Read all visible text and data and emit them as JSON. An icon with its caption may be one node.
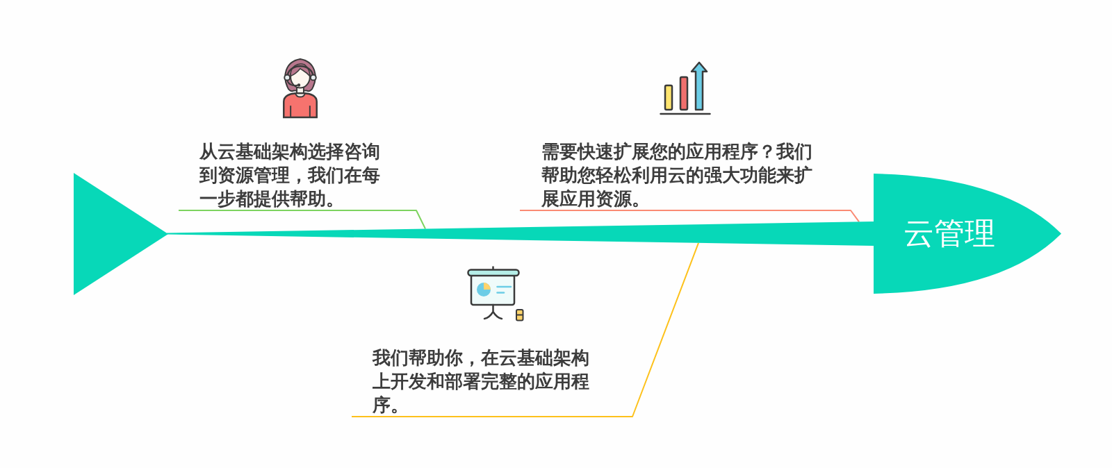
{
  "diagram": {
    "nodes": [
      {
        "text": [],
        "shape": "triangle"
      },
      {
        "text": [],
        "shape": "bar"
      },
      {
        "text": [
          "云管理"
        ]
      },
      {
        "text": [
          "从云基础架构选择咨询到资源管理，我们在每一步都提供帮助。"
        ]
      },
      {
        "text": [
          "需要快速扩展您的应用程序？我们帮助您轻松利用云的强大功能来扩展应用资源。"
        ]
      },
      {
        "text": [
          "我们帮助你，在云基础架构上开发和部署完整的应用程序。"
        ]
      }
    ],
    "edges": [
      {
        "from": 3,
        "to": 1,
        "arrow": "none",
        "color": "#7dd35f"
      },
      {
        "from": 4,
        "to": 1,
        "arrow": "none",
        "color": "#fa8a73"
      },
      {
        "from": 5,
        "to": 1,
        "arrow": "none",
        "color": "#fdc11b"
      }
    ]
  }
}
